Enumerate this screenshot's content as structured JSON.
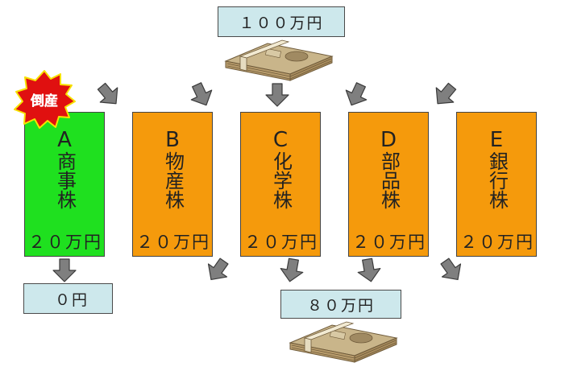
{
  "top_amount": "１００万円",
  "bottom_amount": "８０万円",
  "zero_amount": "０円",
  "bankrupt_badge": "倒産",
  "stocks": [
    {
      "letter": "A",
      "name": "商事株",
      "amount": "２０万円",
      "color": "#1fe01f"
    },
    {
      "letter": "B",
      "name": "物産株",
      "amount": "２０万円",
      "color": "#f59a0c"
    },
    {
      "letter": "C",
      "name": "化学株",
      "amount": "２０万円",
      "color": "#f59a0c"
    },
    {
      "letter": "D",
      "name": "部品株",
      "amount": "２０万円",
      "color": "#f59a0c"
    },
    {
      "letter": "E",
      "name": "銀行株",
      "amount": "２０万円",
      "color": "#f59a0c"
    }
  ],
  "icons": [
    "money-stack-icon",
    "arrow-icon",
    "burst-icon"
  ]
}
